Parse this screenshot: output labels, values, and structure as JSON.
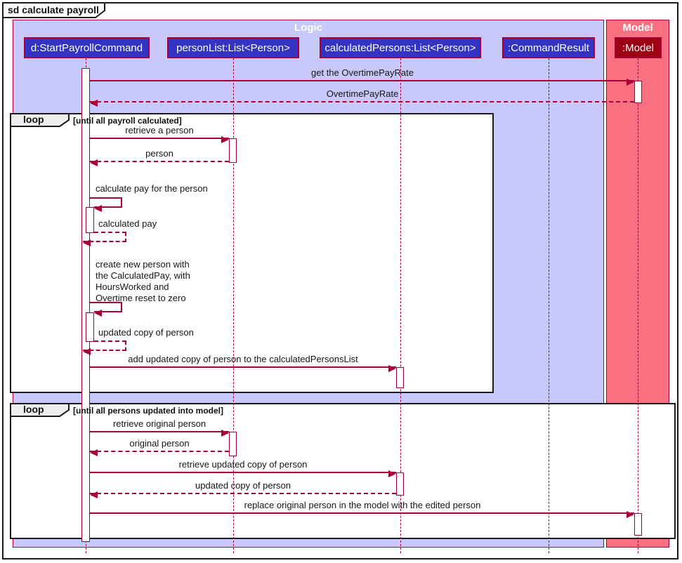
{
  "title": "sd calculate payroll",
  "frames": {
    "logic": {
      "label": "Logic"
    },
    "model": {
      "label": "Model"
    }
  },
  "participants": [
    {
      "label": "d:StartPayrollCommand"
    },
    {
      "label": "personList:List<Person>"
    },
    {
      "label": "calculatedPersons:List<Person>"
    },
    {
      "label": ":CommandResult"
    },
    {
      "label": ":Model"
    }
  ],
  "loops": [
    {
      "keyword": "loop",
      "condition": "[until all payroll calculated]"
    },
    {
      "keyword": "loop",
      "condition": "[until all persons updated into model]"
    }
  ],
  "messages": {
    "get_overtime_rate": "get the OvertimePayRate",
    "return_overtime_rate": "OvertimePayRate",
    "retrieve_a_person": "retrieve a person",
    "return_person": "person",
    "calculate_pay": "calculate pay for the person",
    "return_calculated_pay": "calculated pay",
    "create_new_person_lines": [
      "create new person with",
      "the CalculatedPay, with",
      "HoursWorked and",
      "Overtime reset to zero"
    ],
    "self_return_updated_copy": "updated copy of person",
    "add_updated_copy": "add updated copy of person to the calculatedPersonsList",
    "retrieve_original_person": "retrieve original person",
    "return_original_person": "original person",
    "retrieve_updated_copy": "retrieve updated copy of person",
    "return_updated_copy": "updated copy of person",
    "replace_original_person": "replace original person in the model with the edited person"
  },
  "colors": {
    "accent": "#A80036",
    "logic_bg": "#C8C8FA",
    "model_bg": "#F97181",
    "logic_participant_bg": "#3333C4",
    "model_participant_bg": "#9D0012",
    "loop_label_bg": "#EEEEEE"
  }
}
